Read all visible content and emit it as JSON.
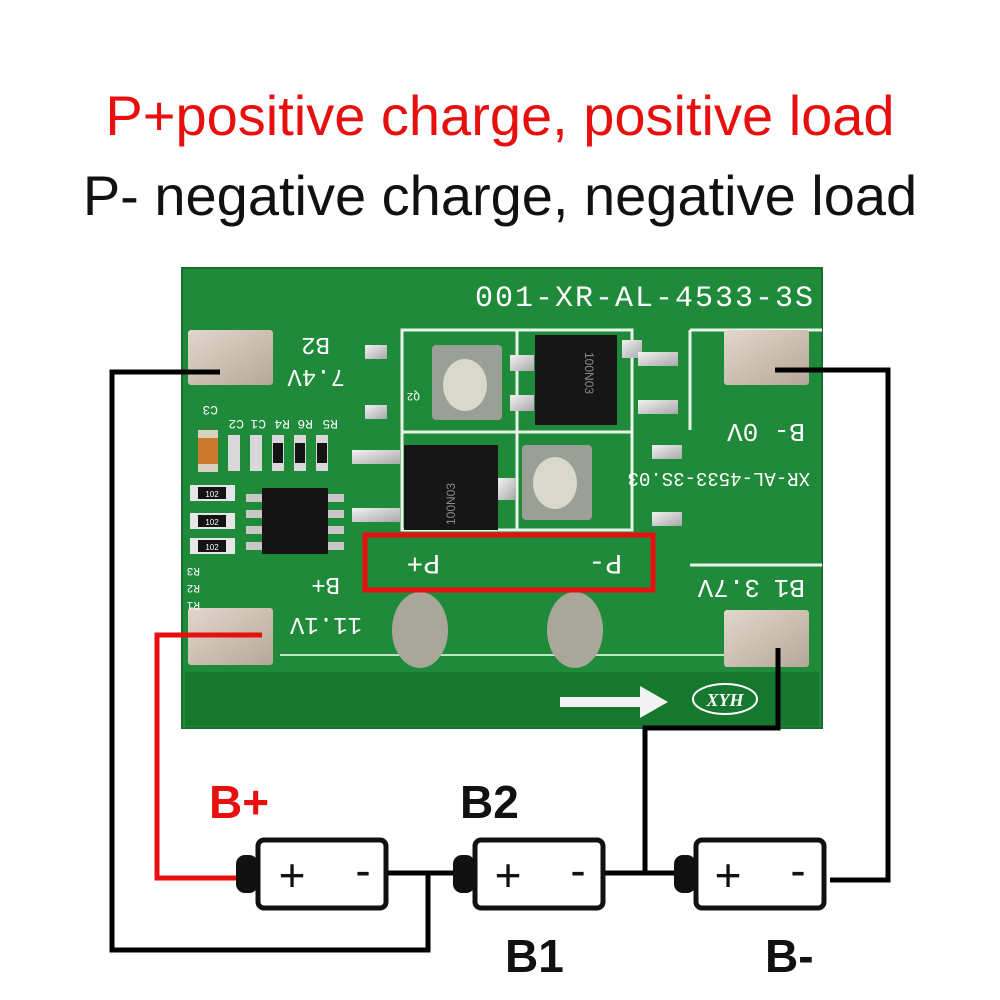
{
  "header": {
    "line1": "P+positive charge, positive load",
    "line2": "P- negative charge, negative load"
  },
  "board": {
    "model": "001-XR-AL-4533-3S",
    "sub_model": "XR-AL-4533-3S.03",
    "brand": "XYH",
    "pads": {
      "b2": "B2",
      "b2_voltage": "7.4V",
      "b_minus": "B- 0V",
      "b1": "B1",
      "b1_voltage": "3.7V",
      "b_plus": "B+",
      "b_plus_voltage": "11.1V",
      "p_plus": "P+",
      "p_minus": "P-"
    },
    "components": {
      "r5": "R5",
      "r6": "R6",
      "r4": "R4",
      "c1": "C1",
      "c2": "C2",
      "c3": "C3",
      "r1": "R1",
      "r2": "R2",
      "r3": "R3",
      "q2": "Q2",
      "res_code": "102",
      "mosfet_code": "100N03"
    }
  },
  "wiring": {
    "label_b_plus": "B+",
    "label_b2": "B2",
    "label_b1": "B1",
    "label_b_minus": "B-",
    "cell_plus": "+",
    "cell_minus": "-"
  },
  "colors": {
    "highlight": "#e8100f",
    "pcb": "#1f8a3a",
    "wire_positive": "#e8100f",
    "wire": "#000000"
  }
}
